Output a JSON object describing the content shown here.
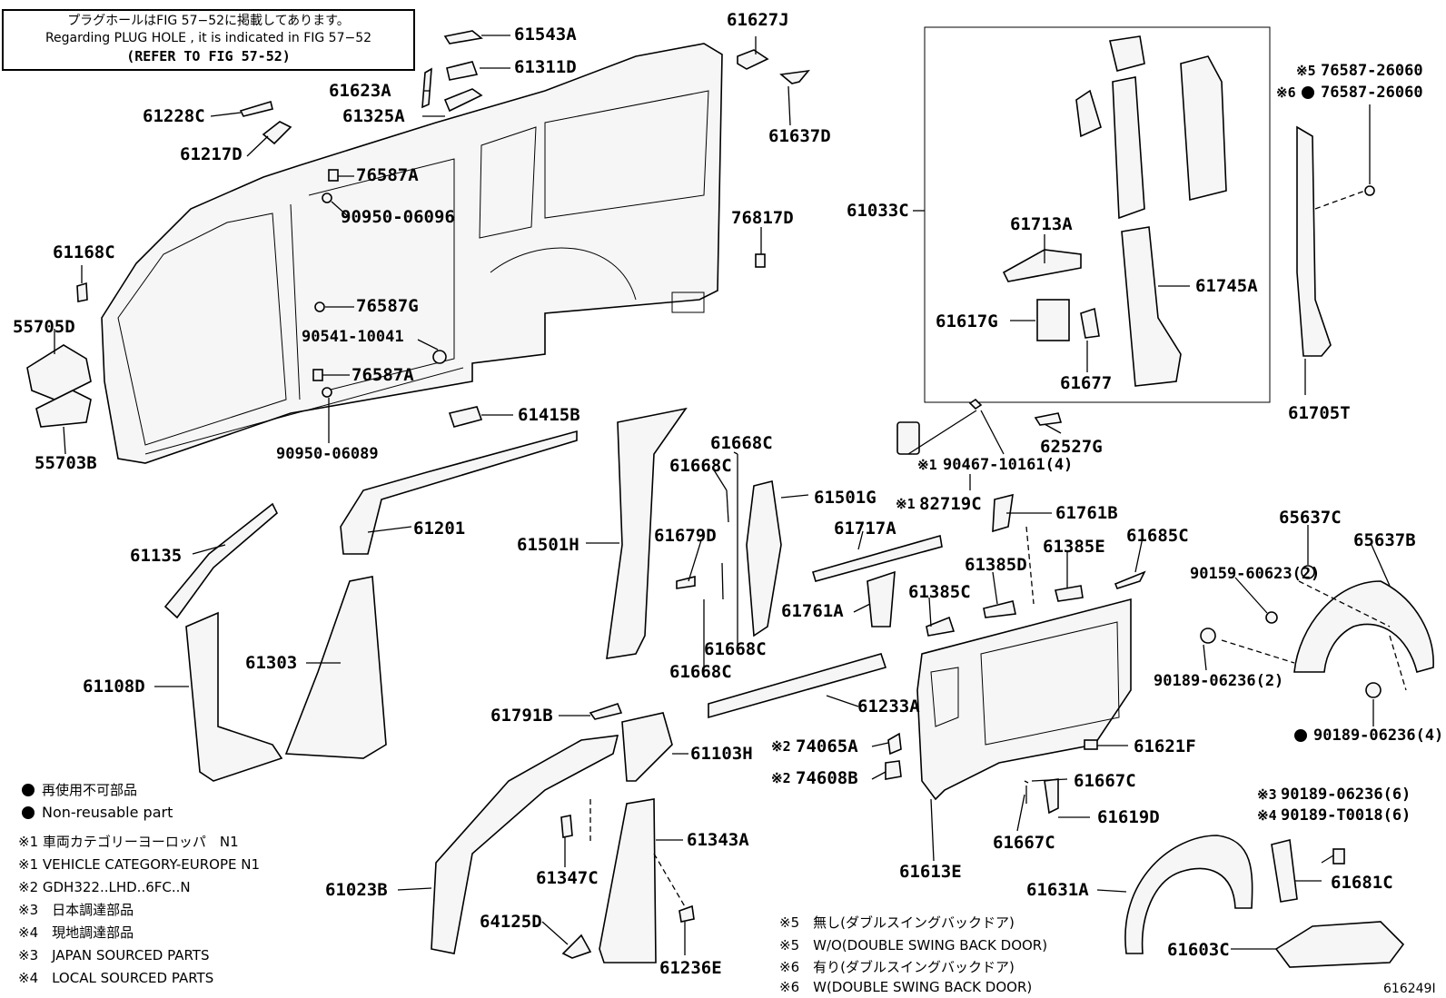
{
  "reference": {
    "line1": "プラグホールはFIG 57−52に掲載してあります。",
    "line2": "Regarding PLUG HOLE , it is indicated in FIG 57−52",
    "line3": "(REFER TO FIG 57-52)"
  },
  "labels": {
    "p61543A": "61543A",
    "p61311D": "61311D",
    "p61623A": "61623A",
    "p61325A": "61325A",
    "p61228C": "61228C",
    "p61217D": "61217D",
    "p61627J": "61627J",
    "p61637D": "61637D",
    "p76587A_1": "76587A",
    "p90950_06096": "90950-06096",
    "p76817D": "76817D",
    "p61168C": "61168C",
    "p55705D": "55705D",
    "p76587G": "76587G",
    "p90541_10041": "90541-10041",
    "p76587A_2": "76587A",
    "p90950_06089": "90950-06089",
    "p55703B": "55703B",
    "p61415B": "61415B",
    "p61033C": "61033C",
    "p61713A": "61713A",
    "p61745A": "61745A",
    "p61617G": "61617G",
    "p61677": "61677",
    "p76587_26060_a": "76587-26060",
    "p76587_26060_b": "76587-26060",
    "p61705T": "61705T",
    "p62527G": "62527G",
    "p90467_10161": "90467-10161(4)",
    "p82719C": "82719C",
    "p61761B": "61761B",
    "p65637C": "65637C",
    "p65637B": "65637B",
    "p61135": "61135",
    "p61201": "61201",
    "p61668C_1": "61668C",
    "p61668C_2": "61668C",
    "p61501G": "61501G",
    "p61501H": "61501H",
    "p61679D": "61679D",
    "p61717A": "61717A",
    "p61385D": "61385D",
    "p61385E": "61385E",
    "p61685C": "61685C",
    "p90159_60623": "90159-60623(2)",
    "p61761A": "61761A",
    "p61385C": "61385C",
    "p61108D": "61108D",
    "p61303": "61303",
    "p61668C_3": "61668C",
    "p61668C_4": "61668C",
    "p90189_06236_2": "90189-06236(2)",
    "p61233A": "61233A",
    "p61791B": "61791B",
    "p61103H": "61103H",
    "p74065A": "74065A",
    "p74608B": "74608B",
    "p61621F": "61621F",
    "p90189_06236_4": "90189-06236(4)",
    "p61667C_1": "61667C",
    "p61619D": "61619D",
    "p61667C_2": "61667C",
    "p61343A": "61343A",
    "p61613E": "61613E",
    "p90189_06236_6": "90189-06236(6)",
    "p90189_T0018": "90189-T0018(6)",
    "p61347C": "61347C",
    "p61631A": "61631A",
    "p61681C": "61681C",
    "p61023B": "61023B",
    "p64125D": "64125D",
    "p61236E": "61236E",
    "p61603C": "61603C"
  },
  "marks": {
    "m1": "※1",
    "m2": "※2",
    "m3": "※3",
    "m4": "※4",
    "m5": "※5",
    "m6": "※6"
  },
  "legend": {
    "non_reusable_jp": "再使用不可部品",
    "non_reusable_en": "Non-reusable part",
    "n1_jp": "※1 車両カテゴリーヨーロッパ　N1",
    "n1_en": "※1 VEHICLE CATEGORY-EUROPE N1",
    "n2": "※2 GDH322..LHD..6FC..N",
    "n3_jp": "※3　日本調達部品",
    "n4_jp": "※4　現地調達部品",
    "n3_en": "※3　JAPAN SOURCED PARTS",
    "n4_en": "※4　LOCAL SOURCED PARTS",
    "n5_jp": "※5　無し(ダブルスイングバックドア)",
    "n5_en": "※5　W/O(DOUBLE SWING BACK DOOR)",
    "n6_jp": "※6　有り(ダブルスイングバックドア)",
    "n6_en": "※6　W(DOUBLE SWING BACK DOOR)"
  },
  "figure_id": "616249I"
}
